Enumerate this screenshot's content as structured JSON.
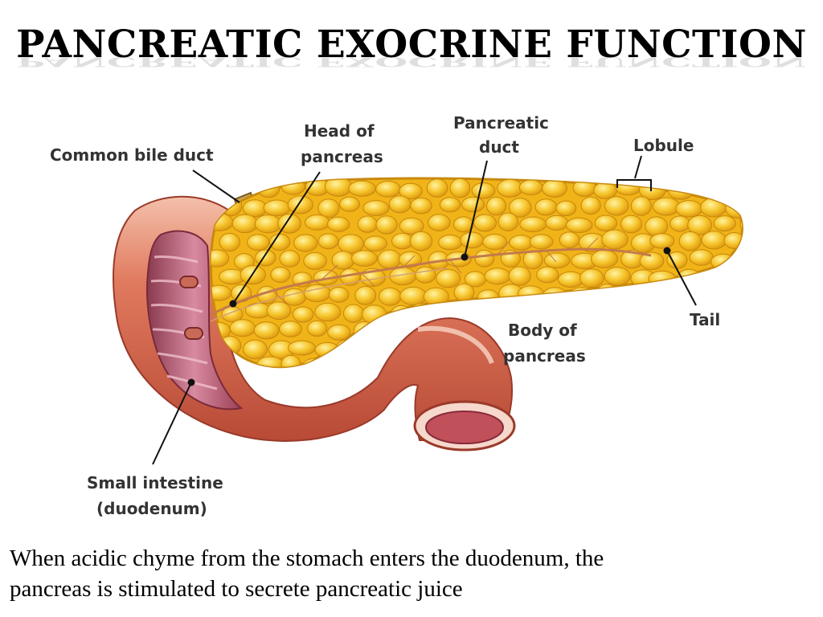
{
  "slide": {
    "title": "PANCREATIC EXOCRINE FUNCTION",
    "caption_line1": "When acidic chyme from the stomach enters the duodenum, the",
    "caption_line2": "pancreas is stimulated to secrete pancreatic juice"
  },
  "diagram": {
    "labels": {
      "common_bile_duct": "Common bile duct",
      "head_line1": "Head of",
      "head_line2": "pancreas",
      "duct_line1": "Pancreatic",
      "duct_line2": "duct",
      "lobule": "Lobule",
      "tail": "Tail",
      "body_line1": "Body of",
      "body_line2": "pancreas",
      "intestine_line1": "Small intestine",
      "intestine_line2": "(duodenum)"
    },
    "colors": {
      "pancreas_fill": "#f4b820",
      "pancreas_highlight": "#fde070",
      "pancreas_outline": "#d69a10",
      "intestine_outer": "#d8624a",
      "intestine_light": "#f2b6a0",
      "intestine_inner": "#b6506a",
      "duct": "#c8a060",
      "leader_line": "#111111"
    }
  }
}
